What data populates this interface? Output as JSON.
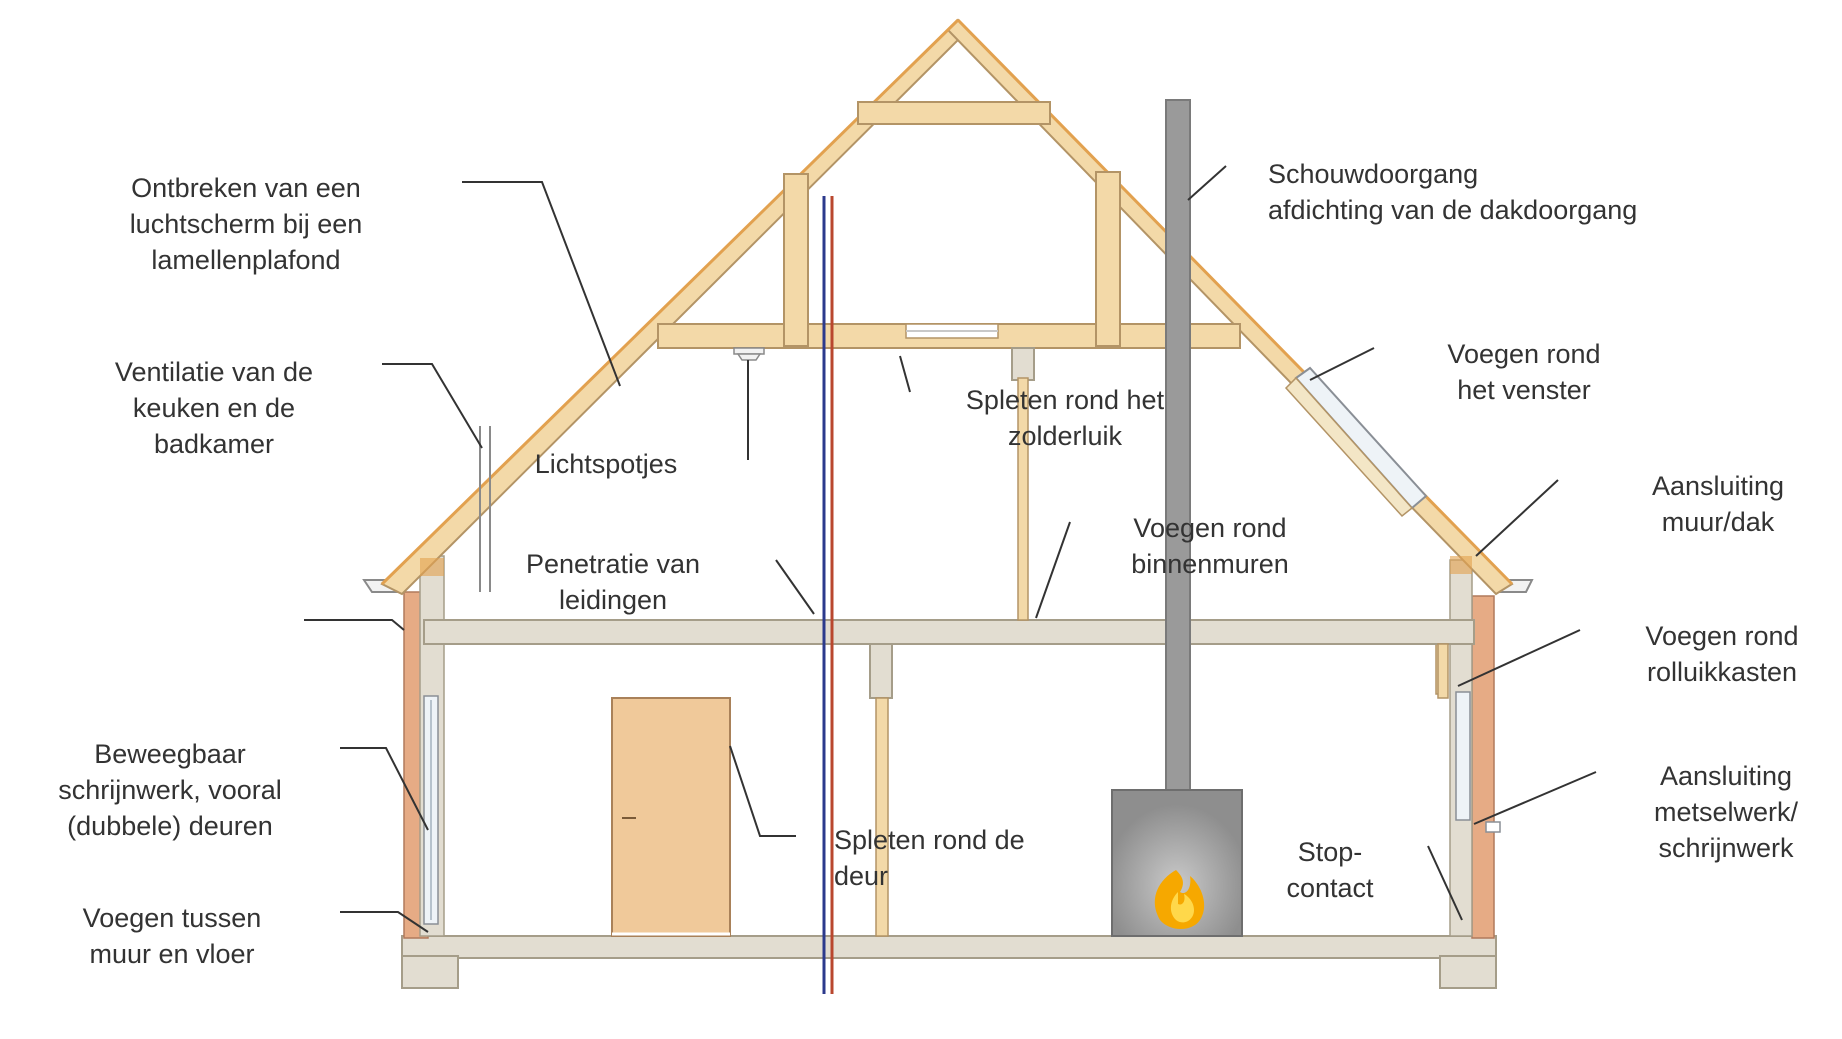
{
  "colors": {
    "wood": "#f3d9a8",
    "wood_stroke": "#b39466",
    "roof_edge": "#e2a14f",
    "concrete": "#e2ddd1",
    "concrete_stroke": "#a59d89",
    "brick": "#e6ab85",
    "chimney": "#9a9a9a",
    "stove": "#8e8e8e",
    "door": "#f0c99a",
    "pipe_blue": "#2c3a8c",
    "pipe_red": "#b9472e",
    "leader": "#333333",
    "text": "#333333"
  },
  "labels": {
    "ontbreken": "Ontbreken van een\nluchtscherm bij een\nlamellenplafond",
    "ventilatie": "Ventilatie van de\nkeuken en de\nbadkamer",
    "lichtspotjes": "Lichtspotjes",
    "penetratie": "Penetratie van\nleidingen",
    "spleten_zolderluik": "Spleten rond het\nzolderluik",
    "voegen_binnenmuren": "Voegen rond\nbinnenmuren",
    "schouwdoorgang": "Schouwdoorgang\nafdichting van de dakdoorgang",
    "voegen_venster": "Voegen rond\nhet venster",
    "aansluiting_muur_dak": "Aansluiting\nmuur/dak",
    "voegen_rolluikkasten": "Voegen rond\nrolluikkasten",
    "aansluiting_metselwerk": "Aansluiting\nmetselwerk/\nschrijnwerk",
    "stopcontact": "Stop-\ncontact",
    "spleten_deur": "Spleten rond de\ndeur",
    "beweegbaar": "Beweegbaar\nschrijnwerk, vooral\n(dubbele) deuren",
    "voegen_muur_vloer": "Voegen tussen\nmuur en vloer"
  },
  "icons": {
    "fire": "fire-icon",
    "light": "spotlight-icon"
  }
}
